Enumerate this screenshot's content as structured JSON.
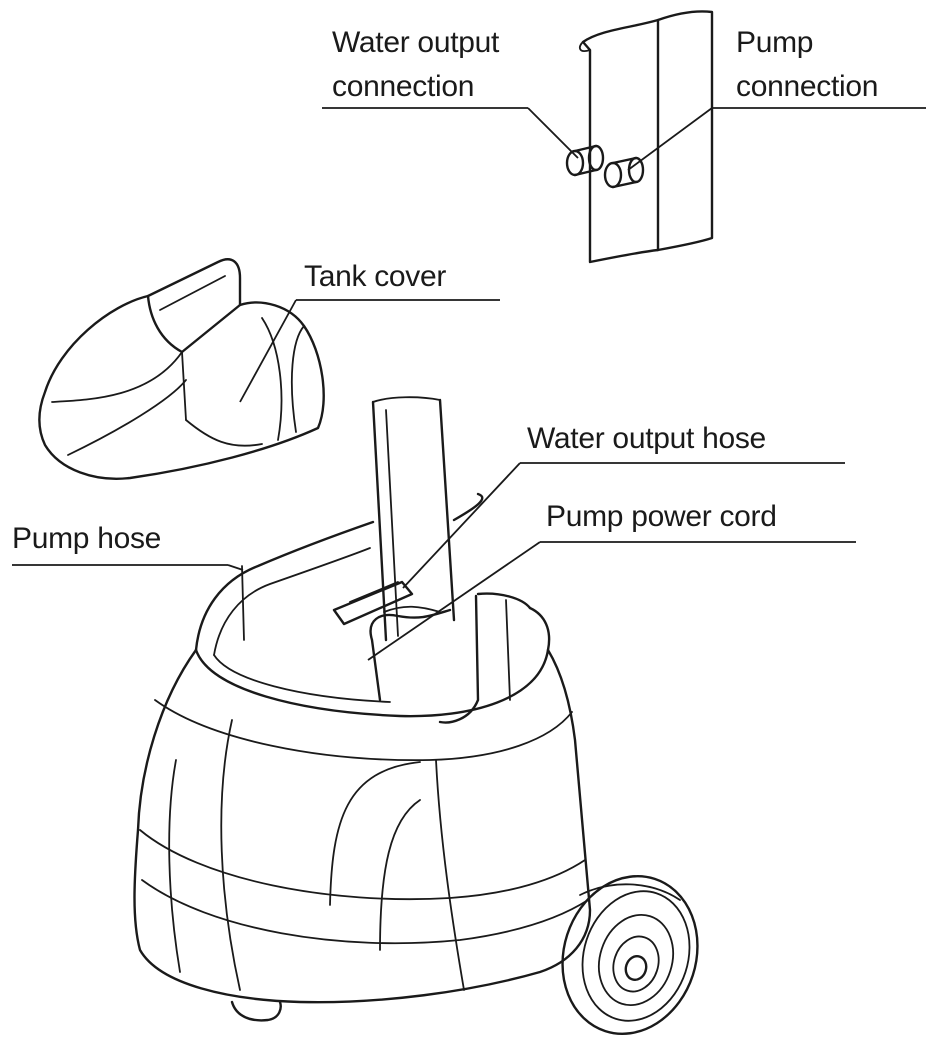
{
  "labels": {
    "water_output_connection_line1": "Water output",
    "water_output_connection_line2": "connection",
    "pump_connection_line1": "Pump",
    "pump_connection_line2": "connection",
    "tank_cover": "Tank cover",
    "water_output_hose": "Water output hose",
    "pump_power_cord": "Pump power cord",
    "pump_hose": "Pump hose"
  }
}
